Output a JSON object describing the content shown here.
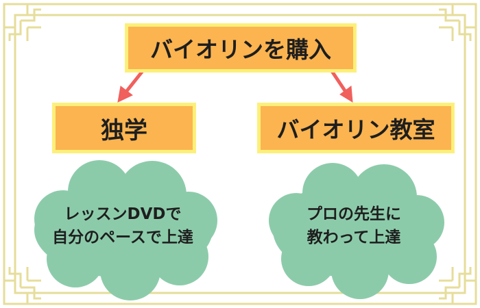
{
  "colors": {
    "frame": "#e6dd9a",
    "box_fill": "#fbb450",
    "box_border": "#fdf07a",
    "arrow": "#f0605d",
    "cloud": "#8ccbaa"
  },
  "top_box": {
    "label": "バイオリンを購入"
  },
  "left_box": {
    "label": "独学"
  },
  "right_box": {
    "label": "バイオリン教室"
  },
  "left_cloud": {
    "line1": "レッスンDVDで",
    "line2": "自分のペースで上達"
  },
  "right_cloud": {
    "line1": "プロの先生に",
    "line2": "教わって上達"
  }
}
